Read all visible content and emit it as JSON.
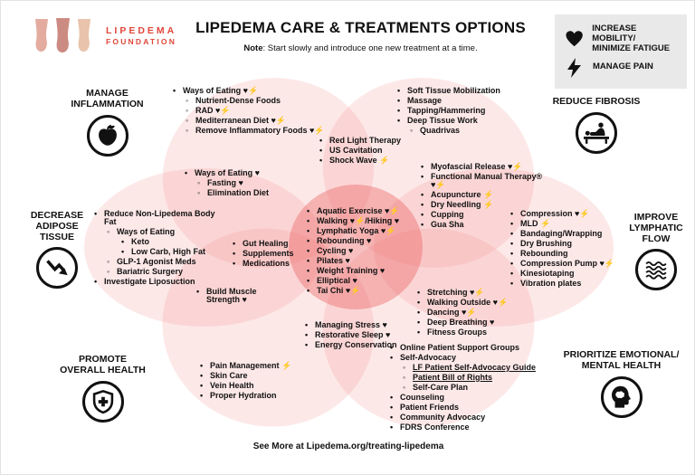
{
  "logo": {
    "line1": "LIPEDEMA",
    "line2": "FOUNDATION"
  },
  "header": {
    "title": "LIPEDEMA CARE & TREATMENTS OPTIONS",
    "note_label": "Note",
    "note_rest": ": Start slowly and introduce one new treatment at a time."
  },
  "legend": [
    {
      "icon": "heart-icon",
      "label": "INCREASE MOBILITY/\nMINIMIZE FATIGUE"
    },
    {
      "icon": "bolt-icon",
      "label": "MANAGE PAIN"
    }
  ],
  "icons": {
    "heart": "♥",
    "bolt": "⚡"
  },
  "bullet_glyphs": [
    "•",
    "◦",
    "•"
  ],
  "colors": {
    "brand_red": "#e0463a",
    "petal_pink": "#f38b8b",
    "core_pink": "#ec5f5f",
    "legend_bg": "#e9e9e9",
    "ink": "#111111"
  },
  "categories": [
    {
      "id": "manage-inflammation",
      "icon": "apple-icon",
      "label": "MANAGE\nINFLAMMATION"
    },
    {
      "id": "reduce-fibrosis",
      "icon": "massage-icon",
      "label": "REDUCE FIBROSIS"
    },
    {
      "id": "decrease-adipose-tissue",
      "icon": "trend-down-icon",
      "label": "DECREASE\nADIPOSE\nTISSUE"
    },
    {
      "id": "improve-lymphatic-flow",
      "icon": "waves-icon",
      "label": "IMPROVE\nLYMPHATIC\nFLOW"
    },
    {
      "id": "promote-overall-health",
      "icon": "shield-cross-icon",
      "label": "PROMOTE\nOVERALL HEALTH"
    },
    {
      "id": "prioritize-emotional-mental-health",
      "icon": "head-brain-icon",
      "label": "PRIORITIZE EMOTIONAL/\nMENTAL HEALTH"
    }
  ],
  "lists": {
    "ways_of_eating_inflammation": {
      "items": [
        {
          "t": "Ways of Eating ♥⚡",
          "lv": 0
        },
        {
          "t": "Nutrient-Dense Foods",
          "lv": 1
        },
        {
          "t": "RAD ♥⚡",
          "lv": 1
        },
        {
          "t": "Mediterranean Diet ♥⚡",
          "lv": 1
        },
        {
          "t": "Remove Inflammatory Foods ♥⚡",
          "lv": 1
        }
      ]
    },
    "soft_tissue": {
      "items": [
        {
          "t": "Soft Tissue Mobilization",
          "lv": 0
        },
        {
          "t": "Massage",
          "lv": 0
        },
        {
          "t": "Tapping/Hammering",
          "lv": 0
        },
        {
          "t": "Deep Tissue Work",
          "lv": 0
        },
        {
          "t": "Quadrivas",
          "lv": 1
        }
      ]
    },
    "energy_devices": {
      "items": [
        {
          "t": "Red Light Therapy",
          "lv": 0
        },
        {
          "t": "US Cavitation",
          "lv": 0
        },
        {
          "t": "Shock Wave ⚡",
          "lv": 0
        }
      ]
    },
    "ways_of_eating_fasting": {
      "items": [
        {
          "t": "Ways of Eating ♥",
          "lv": 0
        },
        {
          "t": "Fasting ♥",
          "lv": 1
        },
        {
          "t": "Elimination Diet",
          "lv": 1
        }
      ]
    },
    "manual_therapies": {
      "items": [
        {
          "t": "Myofascial Release ♥⚡",
          "lv": 0
        },
        {
          "t": "Functional Manual Therapy® ♥⚡",
          "lv": 0
        },
        {
          "t": "Acupuncture ⚡",
          "lv": 0
        },
        {
          "t": "Dry Needling ⚡",
          "lv": 0
        },
        {
          "t": "Cupping",
          "lv": 0
        },
        {
          "t": "Gua Sha",
          "lv": 0
        }
      ]
    },
    "exercise": {
      "items": [
        {
          "t": "Aquatic Exercise ♥⚡",
          "lv": 0
        },
        {
          "t": "Walking ♥⚡/Hiking ♥",
          "lv": 0
        },
        {
          "t": "Lymphatic Yoga ♥⚡",
          "lv": 0
        },
        {
          "t": "Rebounding ♥",
          "lv": 0
        },
        {
          "t": "Cycling ♥",
          "lv": 0
        },
        {
          "t": "Pilates ♥",
          "lv": 0
        },
        {
          "t": "Weight Training ♥",
          "lv": 0
        },
        {
          "t": "Elliptical ♥",
          "lv": 0
        },
        {
          "t": "Tai Chi ♥⚡",
          "lv": 0
        }
      ]
    },
    "reduce_fat": {
      "items": [
        {
          "t": "Reduce Non-Lipedema Body Fat",
          "lv": 0
        },
        {
          "t": "Ways of Eating",
          "lv": 1
        },
        {
          "t": "Keto",
          "lv": 2
        },
        {
          "t": "Low Carb, High Fat",
          "lv": 2
        },
        {
          "t": "GLP-1 Agonist Meds",
          "lv": 1
        },
        {
          "t": "Bariatric Surgery",
          "lv": 1
        },
        {
          "t": "Investigate Liposuction",
          "lv": 0
        }
      ]
    },
    "gut_healing": {
      "items": [
        {
          "t": "Gut Healing",
          "lv": 0
        },
        {
          "t": "Supplements",
          "lv": 0
        },
        {
          "t": "Medications",
          "lv": 0
        }
      ]
    },
    "build_muscle": {
      "items": [
        {
          "t": "Build Muscle Strength ♥",
          "lv": 0
        }
      ]
    },
    "compression": {
      "items": [
        {
          "t": "Compression ♥⚡",
          "lv": 0
        },
        {
          "t": "MLD ⚡",
          "lv": 0
        },
        {
          "t": "Bandaging/Wrapping",
          "lv": 0
        },
        {
          "t": "Dry Brushing",
          "lv": 0
        },
        {
          "t": "Rebounding",
          "lv": 0
        },
        {
          "t": "Compression Pump ♥⚡",
          "lv": 0
        },
        {
          "t": "Kinesiotaping",
          "lv": 0
        },
        {
          "t": "Vibration plates",
          "lv": 0
        }
      ]
    },
    "stretching": {
      "items": [
        {
          "t": "Stretching ♥⚡",
          "lv": 0
        },
        {
          "t": "Walking Outside ♥⚡",
          "lv": 0
        },
        {
          "t": "Dancing ♥⚡",
          "lv": 0
        },
        {
          "t": "Deep Breathing ♥",
          "lv": 0
        },
        {
          "t": "Fitness Groups",
          "lv": 0
        }
      ]
    },
    "stress": {
      "items": [
        {
          "t": "Managing Stress ♥",
          "lv": 0
        },
        {
          "t": "Restorative Sleep ♥",
          "lv": 0
        },
        {
          "t": "Energy Conservation",
          "lv": 0
        }
      ]
    },
    "support": {
      "items": [
        {
          "t": "Online Patient Support Groups",
          "lv": 0
        },
        {
          "t": "Self-Advocacy",
          "lv": 0
        },
        {
          "t": "LF Patient Self-Advocacy Guide",
          "lv": 1,
          "u": true
        },
        {
          "t": "Patient Bill of Rights",
          "lv": 1,
          "u": true
        },
        {
          "t": "Self-Care Plan",
          "lv": 1
        },
        {
          "t": "Counseling",
          "lv": 0
        },
        {
          "t": "Patient Friends",
          "lv": 0
        },
        {
          "t": "Community Advocacy",
          "lv": 0
        },
        {
          "t": "FDRS Conference",
          "lv": 0
        }
      ]
    },
    "overall_health": {
      "items": [
        {
          "t": "Pain Management ⚡",
          "lv": 0
        },
        {
          "t": "Skin Care",
          "lv": 0
        },
        {
          "t": "Vein Health",
          "lv": 0
        },
        {
          "t": "Proper Hydration",
          "lv": 0
        }
      ]
    }
  },
  "footer": {
    "text": "See More at Lipedema.org/treating-lipedema"
  }
}
